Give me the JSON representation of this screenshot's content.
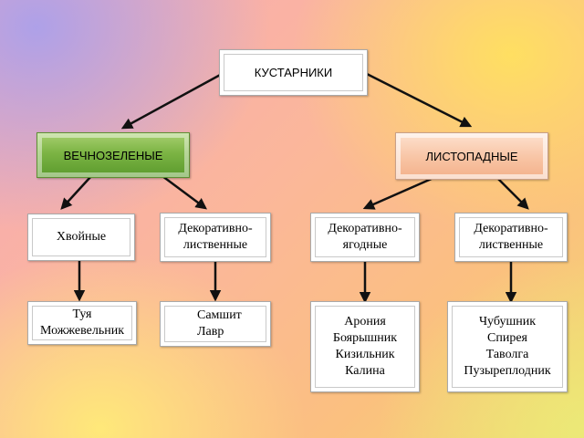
{
  "root": {
    "label": "КУСТАРНИКИ"
  },
  "groups": {
    "evergreen": {
      "label": "ВЕЧНОЗЕЛЕНЫЕ"
    },
    "deciduous": {
      "label": "ЛИСТОПАДНЫЕ"
    }
  },
  "categories": {
    "conifers": {
      "label": "Хвойные"
    },
    "decorative_leaved_evergreen": {
      "label": "Декоративно-\nлиственные"
    },
    "decorative_berry": {
      "label": "Декоративно-\nягодные"
    },
    "decorative_leaved_deciduous": {
      "label": "Декоративно-\nлиственные"
    }
  },
  "examples": {
    "conifers": {
      "text": "Туя\nМожжевельник"
    },
    "decorative_leaved_evergreen": {
      "text": "Самшит\nЛавр"
    },
    "decorative_berry": {
      "text": "Арония\nБоярышник\nКизильник\nКалина"
    },
    "decorative_leaved_deciduous": {
      "text": "Чубушник\nСпирея\nТаволга\nПузыреплодник"
    }
  }
}
